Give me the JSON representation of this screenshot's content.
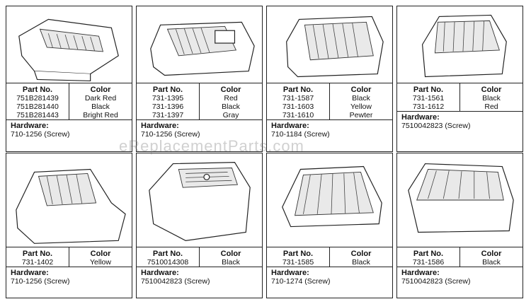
{
  "labels": {
    "part_no": "Part No.",
    "color": "Color",
    "hardware": "Hardware:"
  },
  "watermark": "eReplacementParts.com",
  "cards": [
    {
      "parts": [
        "751B281439",
        "751B281440",
        "751B281443"
      ],
      "colors": [
        "Dark Red",
        "Black",
        "Bright Red"
      ],
      "hardware": "710-1256 (Screw)"
    },
    {
      "parts": [
        "731-1395",
        "731-1396",
        "731-1397"
      ],
      "colors": [
        "Red",
        "Black",
        "Gray"
      ],
      "hardware": "710-1256 (Screw)"
    },
    {
      "parts": [
        "731-1587",
        "731-1603",
        "731-1610"
      ],
      "colors": [
        "Black",
        "Yellow",
        "Pewter"
      ],
      "hardware": "710-1184 (Screw)"
    },
    {
      "parts": [
        "731-1561",
        "731-1612"
      ],
      "colors": [
        "Black",
        "Red"
      ],
      "hardware": "7510042823 (Screw)"
    },
    {
      "parts": [
        "731-1402"
      ],
      "colors": [
        "Yellow"
      ],
      "hardware": "710-1256 (Screw)"
    },
    {
      "parts": [
        "7510014308"
      ],
      "colors": [
        "Black"
      ],
      "hardware": "7510042823 (Screw)"
    },
    {
      "parts": [
        "731-1585"
      ],
      "colors": [
        "Black"
      ],
      "hardware": "710-1274 (Screw)"
    },
    {
      "parts": [
        "731-1586"
      ],
      "colors": [
        "Black"
      ],
      "hardware": "7510042823 (Screw)"
    }
  ]
}
